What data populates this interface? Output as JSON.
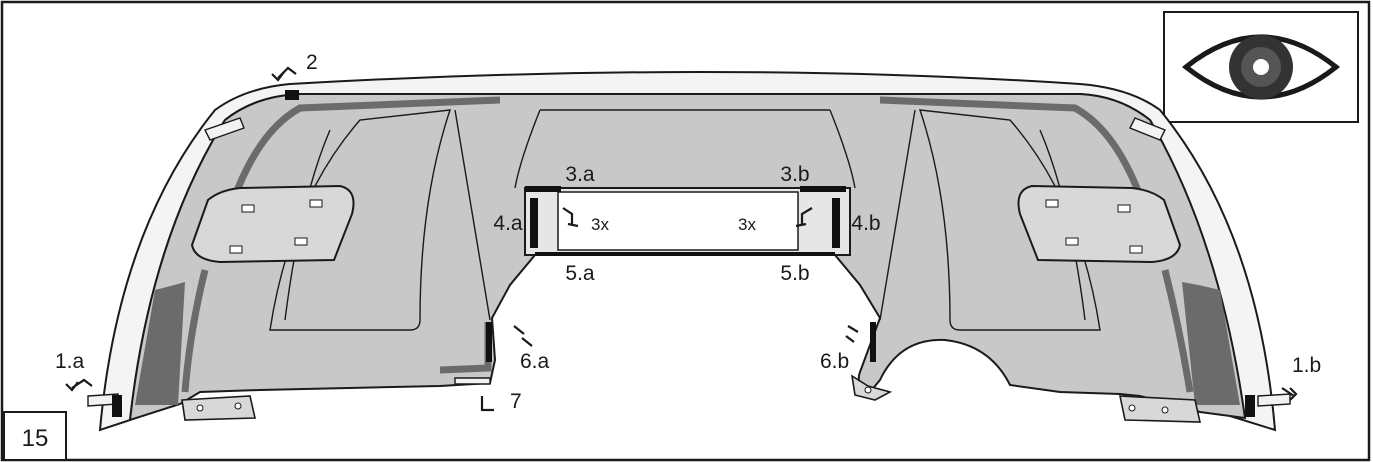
{
  "step_number": "15",
  "eye_icon": "eye-icon",
  "labels": {
    "l1a": "1.a",
    "l1b": "1.b",
    "l2": "2",
    "l3a": "3.a",
    "l3b": "3.b",
    "l4a": "4.a",
    "l4b": "4.b",
    "l5a": "5.a",
    "l5b": "5.b",
    "l6a": "6.a",
    "l6b": "6.b",
    "l7": "7",
    "count_left": "3x",
    "count_right": "3x"
  },
  "colors": {
    "panel_fill": "#c8c8c8",
    "outline": "#1a1a1a",
    "dark_accent": "#6b6b6b",
    "clip_black": "#111111"
  }
}
